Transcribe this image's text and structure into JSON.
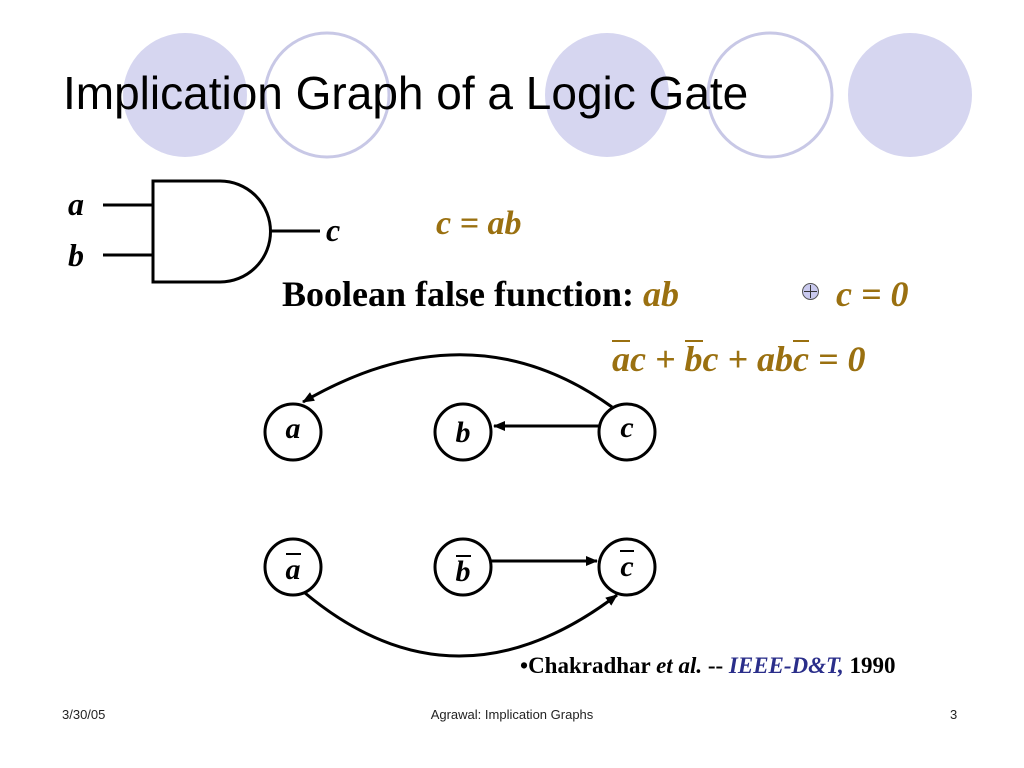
{
  "slide": {
    "title": "Implication Graph of a Logic Gate",
    "theme_colors": {
      "circle_fill": "#d6d6f0",
      "circle_stroke": "#c8c8e6",
      "equation": "#9a7010",
      "citation": "#2a2e8a"
    }
  },
  "gate": {
    "input_a": "a",
    "input_b": "b",
    "output": "c"
  },
  "equations": {
    "eq1": {
      "lhs": "c",
      "eq": " = ",
      "rhs": "ab"
    },
    "eq2": {
      "label": "Boolean false function: ",
      "ab": "ab",
      "xor_icon": "circled-plus-icon",
      "rest": "c = 0"
    },
    "eq3": {
      "a_bar": "a",
      "c1": "c",
      "plus1": " + ",
      "b_bar": "b",
      "c2": "c",
      "plus2": " + ",
      "ab": "ab",
      "c_bar": "c",
      "eq": " = 0"
    }
  },
  "graph": {
    "top_nodes": [
      "a",
      "b",
      "c"
    ],
    "bottom_nodes": [
      "a",
      "b",
      "c"
    ]
  },
  "citation": {
    "bullet": "•",
    "author": "Chakradhar ",
    "etal": "et al.",
    "sep": " -- ",
    "venue": "IEEE-D&T,",
    "year": " 1990"
  },
  "footer": {
    "date": "3/30/05",
    "center": "Agrawal: Implication Graphs",
    "page": "3"
  }
}
